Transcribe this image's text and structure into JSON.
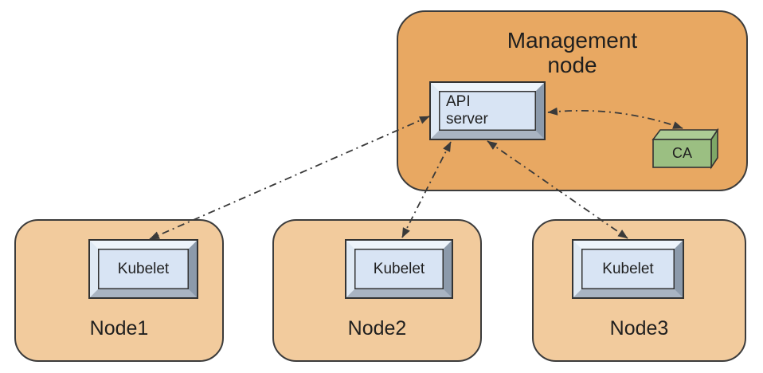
{
  "colors": {
    "background": "#ffffff",
    "text": "#1f1f1f",
    "management-fill": "#e8a862",
    "node-fill": "#f2cb9d",
    "node-border": "#3c3c3c",
    "box-face": "#d8e4f4",
    "box-bevel-top": "#eef4fb",
    "box-bevel-left": "#dfe9f4",
    "box-bevel-right": "#8c9aab",
    "box-bevel-bottom": "#a9b4c2",
    "box-outline": "#333333",
    "ca-front": "#9bbf82",
    "ca-top": "#adcc95",
    "ca-side": "#7ea767",
    "arrow": "#3a3a3a"
  },
  "management_node": {
    "label": "Management node",
    "api_server_label": "API server",
    "ca_label": "CA"
  },
  "nodes": [
    {
      "label": "Node1",
      "component_label": "Kubelet"
    },
    {
      "label": "Node2",
      "component_label": "Kubelet"
    },
    {
      "label": "Node3",
      "component_label": "Kubelet"
    }
  ],
  "connections": [
    {
      "from": "API server",
      "to": "Kubelet (Node1)",
      "style": "dash-dot",
      "direction": "both"
    },
    {
      "from": "API server",
      "to": "Kubelet (Node2)",
      "style": "dash-dot",
      "direction": "both"
    },
    {
      "from": "API server",
      "to": "Kubelet (Node3)",
      "style": "dash-dot",
      "direction": "both"
    },
    {
      "from": "API server",
      "to": "CA",
      "style": "dash-dot",
      "direction": "both"
    }
  ]
}
